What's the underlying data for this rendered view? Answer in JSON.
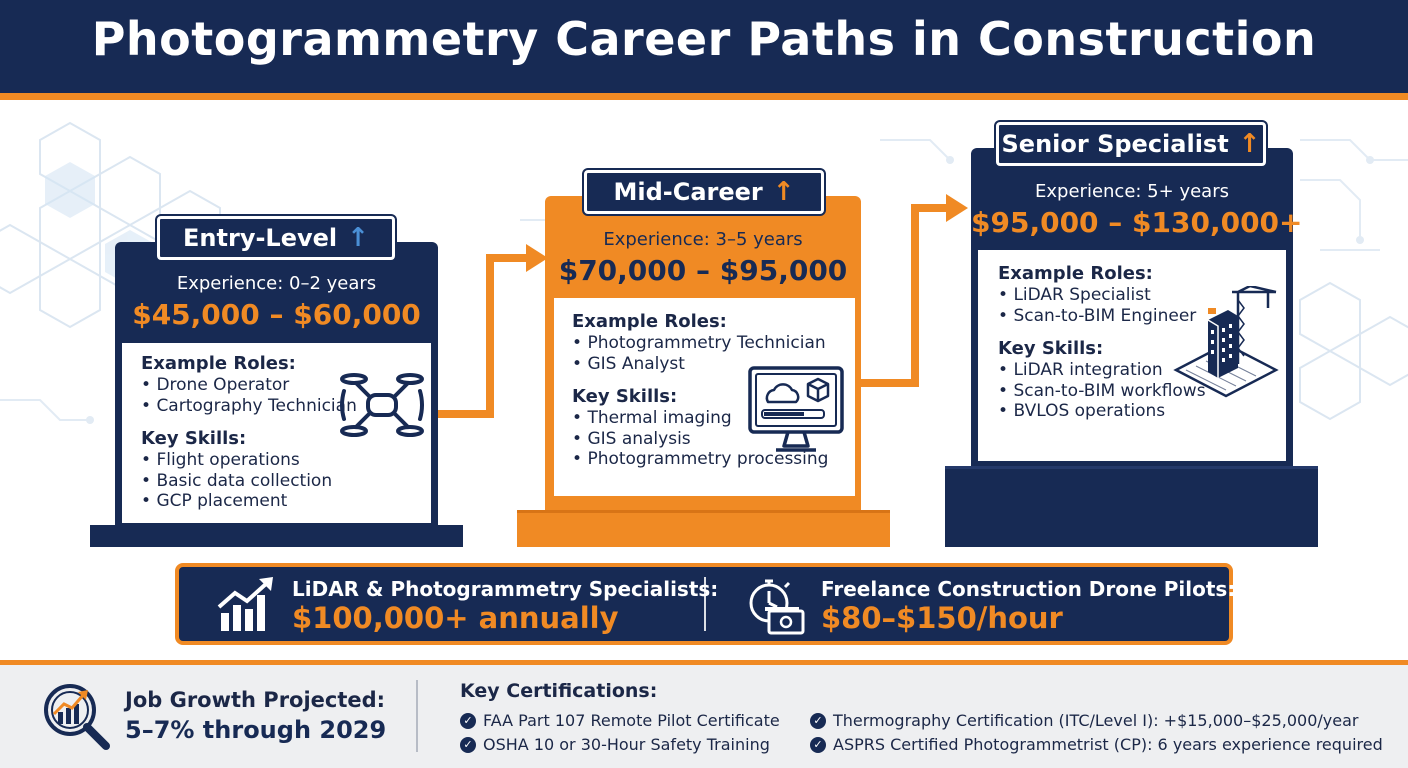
{
  "title": "Photogrammetry Career Paths in Construction",
  "colors": {
    "navy": "#172a54",
    "orange": "#f08a24",
    "white": "#ffffff"
  },
  "stages": [
    {
      "name": "Entry-Level",
      "experience": "Experience: 0–2 years",
      "salary": "$45,000 – $60,000",
      "roles_title": "Example Roles:",
      "roles": [
        "Drone Operator",
        "Cartography Technician"
      ],
      "skills_title": "Key Skills:",
      "skills": [
        "Flight operations",
        "Basic data collection",
        "GCP placement"
      ],
      "icon": "drone-icon"
    },
    {
      "name": "Mid-Career",
      "experience": "Experience: 3–5 years",
      "salary": "$70,000 – $95,000",
      "roles_title": "Example Roles:",
      "roles": [
        "Photogrammetry Technician",
        "GIS Analyst"
      ],
      "skills_title": "Key Skills:",
      "skills": [
        "Thermal imaging",
        "GIS analysis",
        "Photogrammetry processing"
      ],
      "icon": "computer-monitor-icon"
    },
    {
      "name": "Senior Specialist",
      "experience": "Experience: 5+ years",
      "salary": "$95,000 – $130,000+",
      "roles_title": "Example Roles:",
      "roles": [
        "LiDAR Specialist",
        "Scan-to-BIM Engineer"
      ],
      "skills_title": "Key Skills:",
      "skills": [
        "LiDAR integration",
        "Scan-to-BIM workflows",
        "BVLOS operations"
      ],
      "icon": "building-crane-icon"
    }
  ],
  "highlights": [
    {
      "label": "LiDAR & Photogrammetry Specialists:",
      "value": "$100,000+ annually",
      "icon": "growth-chart-icon"
    },
    {
      "label": "Freelance Construction Drone Pilots:",
      "value": "$80–$150/hour",
      "icon": "stopwatch-money-icon"
    }
  ],
  "growth": {
    "label": "Job Growth Projected:",
    "value": "5–7% through 2029",
    "icon": "magnifier-growth-icon"
  },
  "certifications": {
    "title": "Key Certifications:",
    "items": [
      "FAA Part 107 Remote Pilot Certificate",
      "OSHA 10 or 30-Hour Safety Training",
      "Thermography Certification (ITC/Level I): +$15,000–$25,000/year",
      "ASPRS Certified Photogrammetrist (CP): 6 years experience required"
    ]
  }
}
